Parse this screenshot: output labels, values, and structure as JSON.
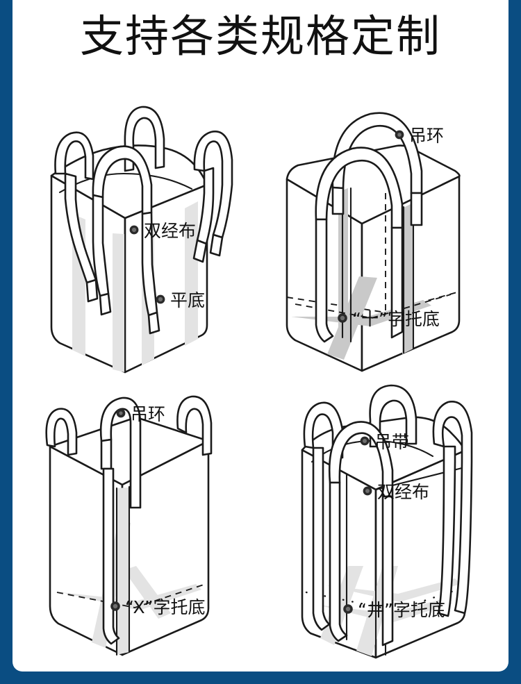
{
  "colors": {
    "border_blue": "#0a4d82",
    "page_background": "#ffffff",
    "ink": "#1a1a1a",
    "band_gray": "#d2d2d2",
    "text": "#111111"
  },
  "header": {
    "title": "支持各类规格定制"
  },
  "bags": [
    {
      "id": "bag-top-left",
      "name": "flat-bottom-bag",
      "labels": [
        {
          "text": "双经布",
          "name": "label-double-warp-fabric"
        },
        {
          "text": "平底",
          "name": "label-flat-bottom"
        }
      ]
    },
    {
      "id": "bag-top-right",
      "name": "cross-base-bag",
      "labels": [
        {
          "text": "吊环",
          "name": "label-lifting-loop"
        },
        {
          "prefix": "“",
          "emphasis": "十",
          "suffix": "”",
          "text": "字托底",
          "full": "“十”字托底",
          "name": "label-cross-base"
        }
      ]
    },
    {
      "id": "bag-bottom-left",
      "name": "x-base-bag",
      "labels": [
        {
          "text": "吊环",
          "name": "label-lifting-loop"
        },
        {
          "prefix": "“",
          "emphasis": "X",
          "suffix": "”",
          "text": "字托底",
          "full": "“X”字托底",
          "name": "label-x-base"
        }
      ]
    },
    {
      "id": "bag-bottom-right",
      "name": "well-base-bag",
      "labels": [
        {
          "text": "吊带",
          "name": "label-lifting-strap"
        },
        {
          "text": "双经布",
          "name": "label-double-warp-fabric"
        },
        {
          "prefix": "“",
          "emphasis": "井",
          "suffix": "”",
          "text": "字托底",
          "full": "“井”字托底",
          "name": "label-well-base"
        }
      ]
    }
  ]
}
